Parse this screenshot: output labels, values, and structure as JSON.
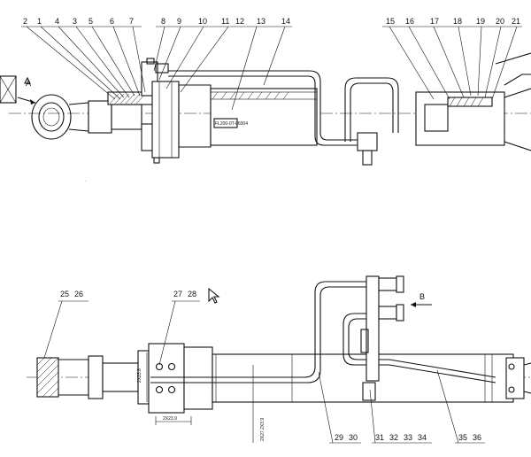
{
  "top_labels": [
    "2",
    "1",
    "4",
    "3",
    "5",
    "6",
    "7",
    "8",
    "9",
    "10",
    "11",
    "12",
    "13",
    "14",
    "15",
    "16",
    "17",
    "18",
    "19",
    "20",
    "21"
  ],
  "bottom_labels": [
    "25",
    "26",
    "27",
    "28",
    "29",
    "30",
    "31",
    "32",
    "33",
    "34",
    "35",
    "36"
  ],
  "view_marker": "B",
  "section_marker": "A",
  "dimensions": [
    "2X23.8",
    "2X23.9",
    "2X27.2X3.9"
  ],
  "nameplate_text": "FL200-0T-06004"
}
